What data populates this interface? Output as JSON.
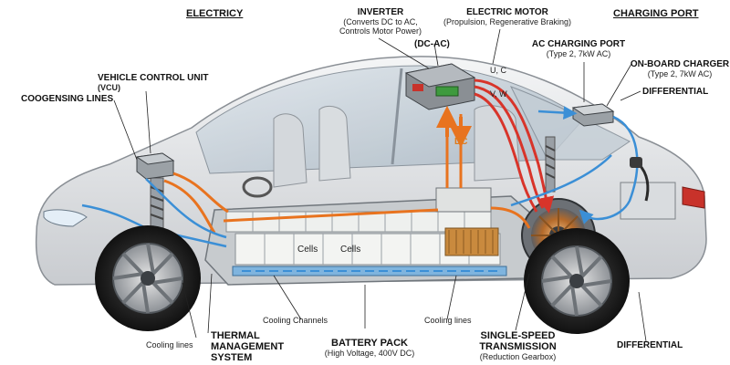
{
  "headers": {
    "electricity": "ELECTRICY",
    "charging_port": "CHARGING PORT"
  },
  "labels": {
    "inverter": {
      "title": "INVERTER",
      "sub1": "(Converts DC to AC,",
      "sub2": "Controls Motor Power)"
    },
    "electric_motor": {
      "title": "ELECTRIC MOTOR",
      "sub": "(Propulsion, Regenerative Braking)"
    },
    "dc_ac": "(DC-AC)",
    "ac_charging_port": {
      "title": "AC CHARGING PORT",
      "sub": "(Type 2, 7kW AC)"
    },
    "onboard_charger": {
      "title": "ON-BOARD CHARGER",
      "sub": "(Type 2, 7kW AC)"
    },
    "differential_top": "DIFFERENTIAL",
    "vcu": {
      "title": "VEHICLE CONTROL UNIT",
      "sub": "(VCU)"
    },
    "coogensing": "COOGENSING LINES",
    "phase_uc": "U, C",
    "phase_vw": "V, W",
    "dc": "DC",
    "cells_1": "Cells",
    "cells_2": "Cells",
    "cooling_channels": "Cooling Channels",
    "cooling_lines_right": "Cooling lines",
    "cooling_lines_left": "Cooling lines",
    "thermal": {
      "l1": "THERMAL",
      "l2": "MANAGEMENT",
      "l3": "SYSTEM"
    },
    "battery_pack": {
      "title": "BATTERY PACK",
      "sub": "(High Voltage, 400V DC)"
    },
    "transmission": {
      "l1": "SINGLE-SPEED",
      "l2": "TRANSMISSION",
      "sub": "(Reduction Gearbox)"
    },
    "differential_bottom": "DIFFERENTIAL"
  },
  "colors": {
    "hv_orange": "#e8731f",
    "coolant_blue": "#3b8fd6",
    "phase_red": "#d8342a",
    "body_silver": "#e6e8ea",
    "glass": "#b9c6d0",
    "battery_cell": "#eef0ee",
    "copper": "#c98a3e"
  },
  "icons": [
    "inverter-module-icon",
    "vcu-module-icon",
    "charger-module-icon",
    "motor-icon",
    "wheel-icon"
  ]
}
